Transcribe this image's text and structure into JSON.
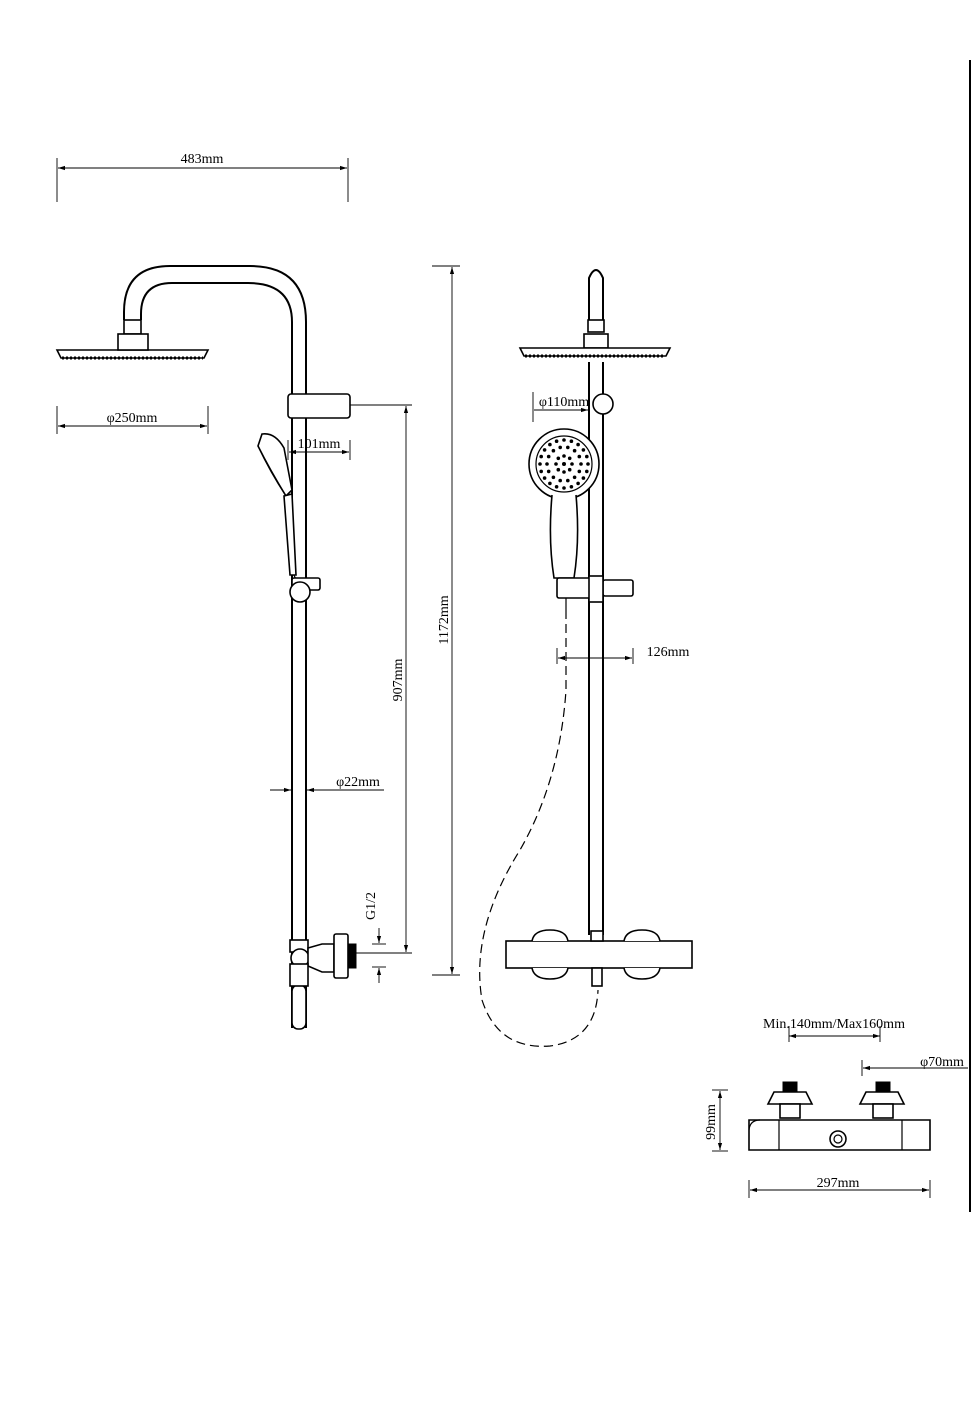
{
  "dimensions": {
    "total_width": "483mm",
    "head_diameter": "φ250mm",
    "holder_offset": "101mm",
    "bar_height": "907mm",
    "total_height": "1172mm",
    "pipe_diameter": "φ22mm",
    "thread": "G1/2",
    "handshower_diameter": "φ110mm",
    "hose_offset": "126mm",
    "inlet_spacing": "Min.140mm/Max160mm",
    "inlet_diameter": "φ70mm",
    "mixer_height": "99mm",
    "mixer_width": "297mm"
  }
}
